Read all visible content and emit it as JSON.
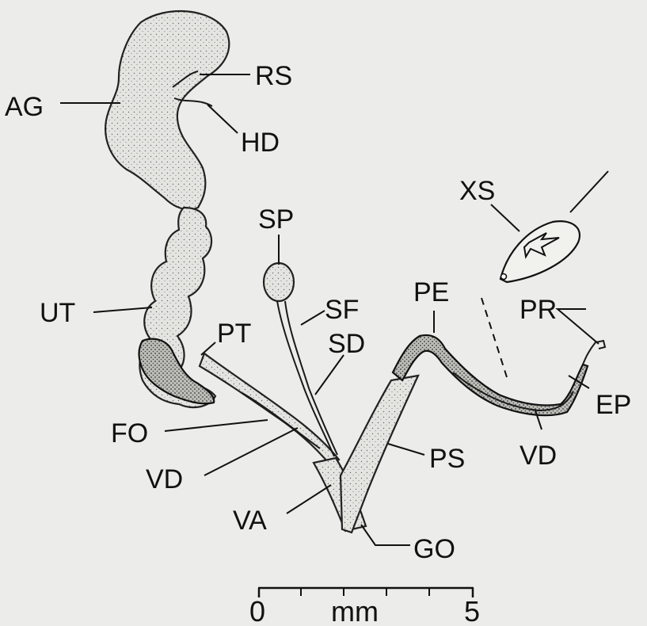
{
  "labels": {
    "ag": "AG",
    "rs": "RS",
    "hd": "HD",
    "sp": "SP",
    "xs": "XS",
    "sf": "SF",
    "pe": "PE",
    "pr": "PR",
    "ut": "UT",
    "pt": "PT",
    "sd": "SD",
    "ep": "EP",
    "fo": "FO",
    "vd_left": "VD",
    "ps": "PS",
    "vd_right": "VD",
    "va": "VA",
    "go": "GO"
  },
  "scale": {
    "start": "0",
    "unit": "mm",
    "end": "5"
  }
}
